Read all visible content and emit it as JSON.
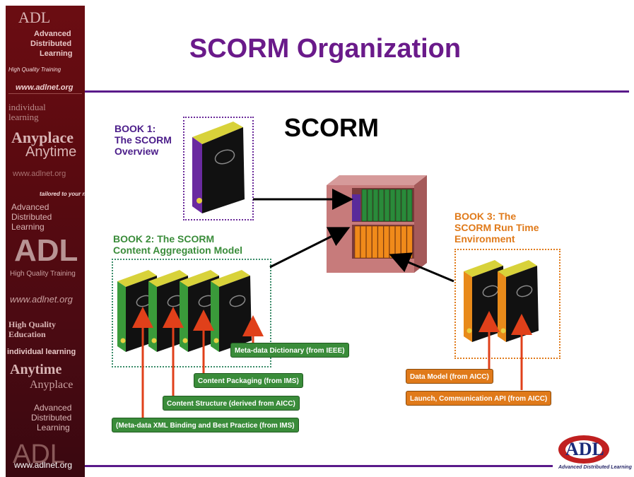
{
  "title": "SCORM Organization",
  "scorm_label": "SCORM",
  "sidebar": {
    "adl_top": "ADL",
    "advanced_distributed_learning": [
      "Advanced",
      "Distributed",
      "Learning"
    ],
    "high_quality_training_small": "High Quality Training",
    "url1": "www.adlnet.org",
    "individual_learning": [
      "individual",
      "learning"
    ],
    "anyplace": "Anyplace",
    "anytime": "Anytime",
    "url2": "www.adlnet.org",
    "tailored": "tailored to your needs",
    "adl_block": [
      "Advanced",
      "Distributed",
      "Learning"
    ],
    "adl_big": "ADL",
    "high_quality_training": "High Quality Training",
    "url3": "www.adlnet.org",
    "hq_education": [
      "High Quality",
      "Education"
    ],
    "individual_learning2": "individual learning",
    "anytime2": "Anytime",
    "anyplace2": "Anyplace",
    "adl_block2": [
      "Advanced",
      "Distributed",
      "Learning"
    ],
    "adl_bottom": "ADL",
    "footer_url": "www.adlnet.org"
  },
  "book1": {
    "lines": [
      "BOOK 1:",
      "The SCORM",
      "Overview"
    ],
    "color": "#4b1d8a"
  },
  "book2": {
    "lines": [
      "BOOK 2:  The SCORM",
      "Content Aggregation Model"
    ],
    "color": "#3a8c3a"
  },
  "book3": {
    "lines": [
      "BOOK 3:  The",
      "SCORM Run Time",
      "Environment"
    ],
    "color": "#e07a1a"
  },
  "labels": {
    "metadata_dictionary": "Meta-data Dictionary (from IEEE)",
    "content_packaging": "Content Packaging (from IMS)",
    "content_structure": "Content Structure (derived from AICC)",
    "metadata_xml": "(Meta-data XML Binding and Best Practice (from IMS)",
    "data_model": "Data Model (from AICC)",
    "launch_api": "Launch, Communication API (from AICC)"
  },
  "logo_text": "Advanced Distributed Learning"
}
